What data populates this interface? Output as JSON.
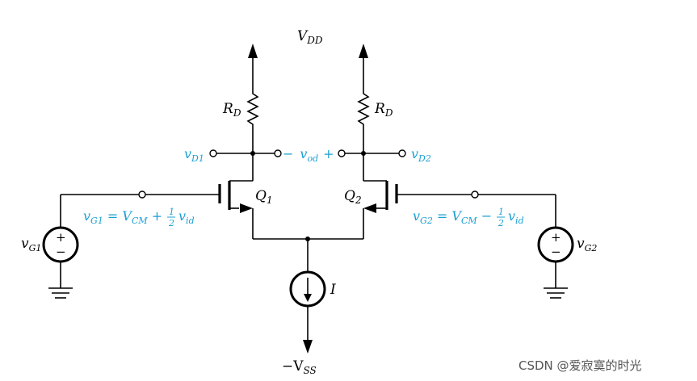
{
  "labels": {
    "vdd": {
      "main": "V",
      "sub": "DD"
    },
    "vss": {
      "main": "−V",
      "sub": "SS"
    },
    "rd_left": {
      "main": "R",
      "sub": "D"
    },
    "rd_right": {
      "main": "R",
      "sub": "D"
    },
    "q1": {
      "main": "Q",
      "sub": "1"
    },
    "q2": {
      "main": "Q",
      "sub": "2"
    },
    "i": "I",
    "vd1": {
      "main": "v",
      "sub": "D1"
    },
    "vd2": {
      "main": "v",
      "sub": "D2"
    },
    "vod": {
      "minus": "−",
      "main": "v",
      "sub": "od",
      "plus": "+"
    },
    "vg1_src": {
      "main": "v",
      "sub": "G1"
    },
    "vg2_src": {
      "main": "v",
      "sub": "G2"
    },
    "vg1_eq": {
      "lhs": "v",
      "lhs_sub": "G1",
      "eq": " = V",
      "cm": "CM",
      "op": " + ",
      "num": "1",
      "den": "2",
      "v": "v",
      "v_sub": "id"
    },
    "vg2_eq": {
      "lhs": "v",
      "lhs_sub": "G2",
      "eq": " = V",
      "cm": "CM",
      "op": " − ",
      "num": "1",
      "den": "2",
      "v": "v",
      "v_sub": "id"
    },
    "src_plus": "+",
    "src_minus": "−"
  },
  "colors": {
    "accent": "#1a9fd3",
    "wire": "#000000",
    "watermark": "#555555"
  },
  "watermark": "CSDN @爱寂寞的时光"
}
